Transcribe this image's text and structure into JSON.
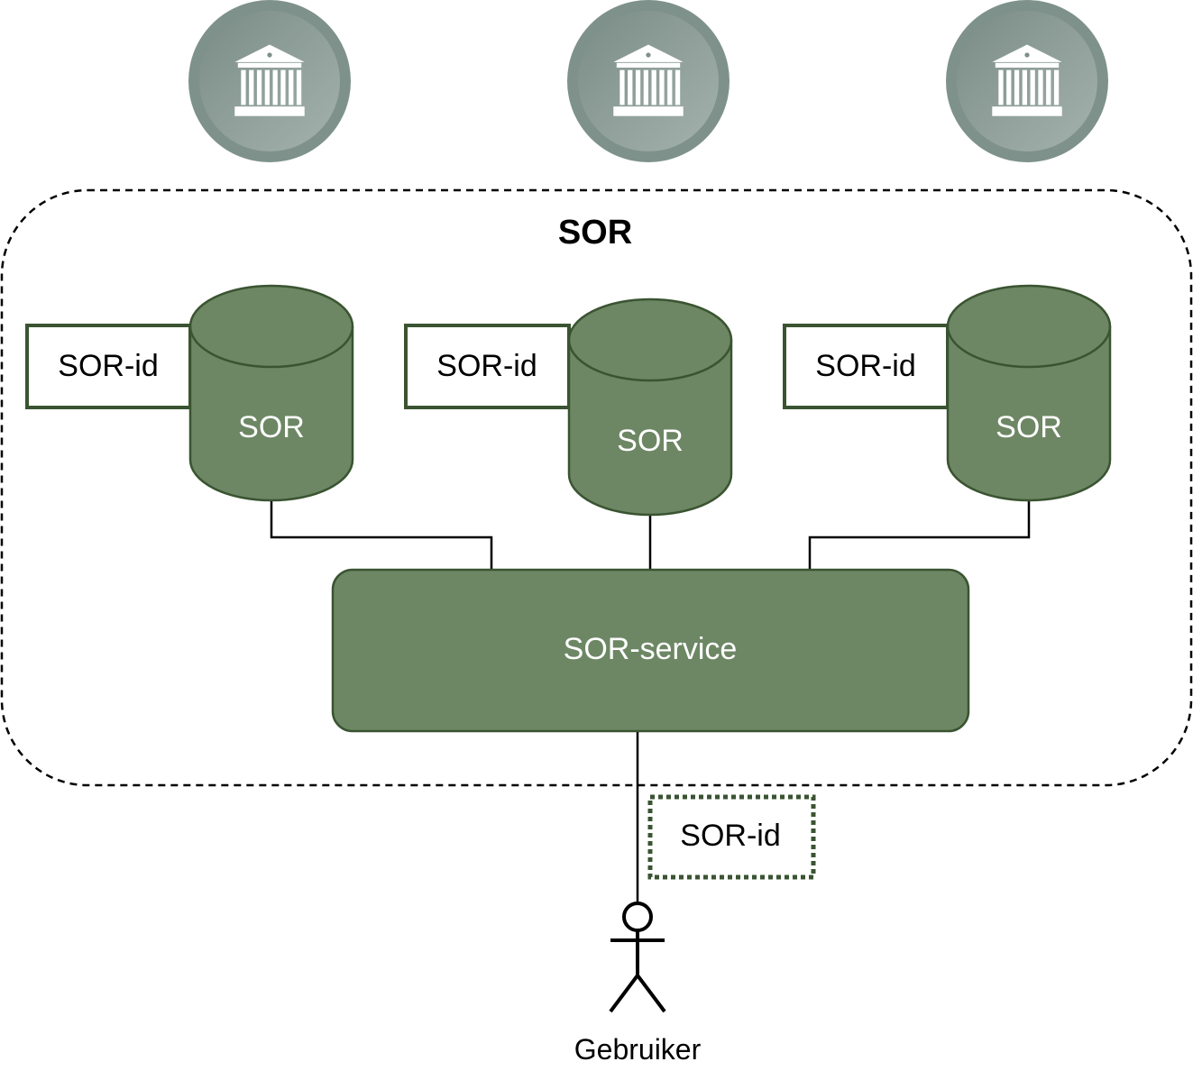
{
  "group": {
    "title": "SOR"
  },
  "databases": [
    {
      "label": "SOR",
      "tag": "SOR-id"
    },
    {
      "label": "SOR",
      "tag": "SOR-id"
    },
    {
      "label": "SOR",
      "tag": "SOR-id"
    }
  ],
  "service": {
    "label": "SOR-service"
  },
  "request_tag": {
    "label": "SOR-id"
  },
  "actor": {
    "label": "Gebruiker"
  },
  "organizations": [
    {
      "icon": "government-building-icon"
    },
    {
      "icon": "government-building-icon"
    },
    {
      "icon": "government-building-icon"
    }
  ],
  "colors": {
    "node_fill": "#6d8764",
    "node_stroke": "#3a5431",
    "org_dark": "#7e918b",
    "org_light": "#9aa8a4"
  }
}
